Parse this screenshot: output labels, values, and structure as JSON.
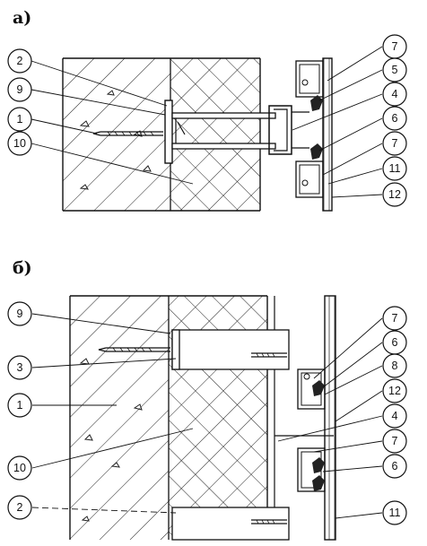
{
  "panels": [
    {
      "id": "a",
      "letter": "а)",
      "callouts": [
        "7",
        "2",
        "5",
        "9",
        "4",
        "1",
        "6",
        "10",
        "7",
        "11",
        "12"
      ]
    },
    {
      "id": "b",
      "letter": "б)",
      "callouts": [
        "9",
        "7",
        "6",
        "8",
        "3",
        "12",
        "1",
        "4",
        "7",
        "10",
        "6",
        "2",
        "11"
      ]
    }
  ]
}
